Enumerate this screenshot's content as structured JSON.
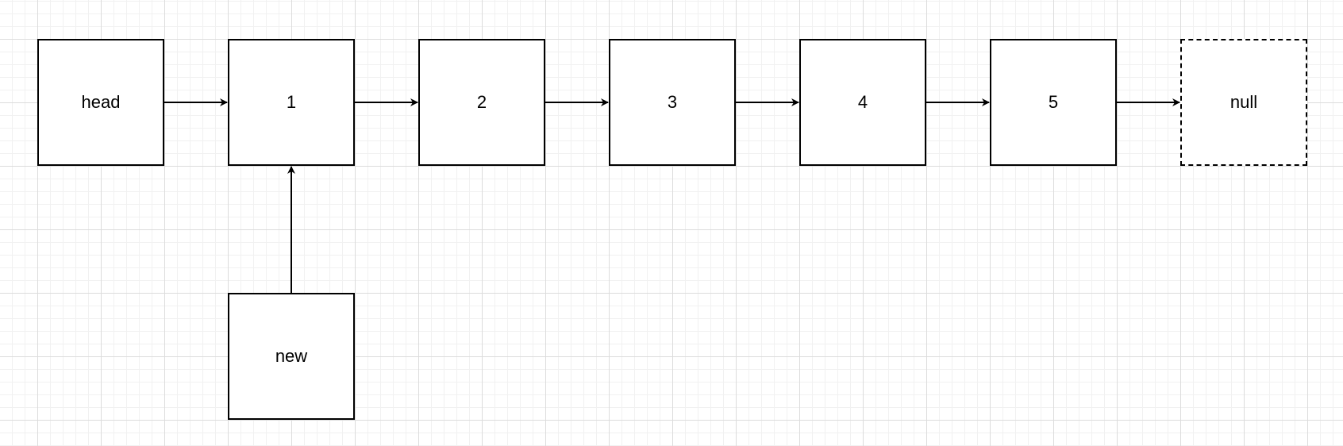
{
  "nodes": {
    "head": "head",
    "n1": "1",
    "n2": "2",
    "n3": "3",
    "n4": "4",
    "n5": "5",
    "null": "null",
    "new": "new"
  },
  "edges": [
    [
      "head",
      "n1"
    ],
    [
      "n1",
      "n2"
    ],
    [
      "n2",
      "n3"
    ],
    [
      "n3",
      "n4"
    ],
    [
      "n4",
      "n5"
    ],
    [
      "n5",
      "null"
    ],
    [
      "new",
      "n1"
    ]
  ]
}
